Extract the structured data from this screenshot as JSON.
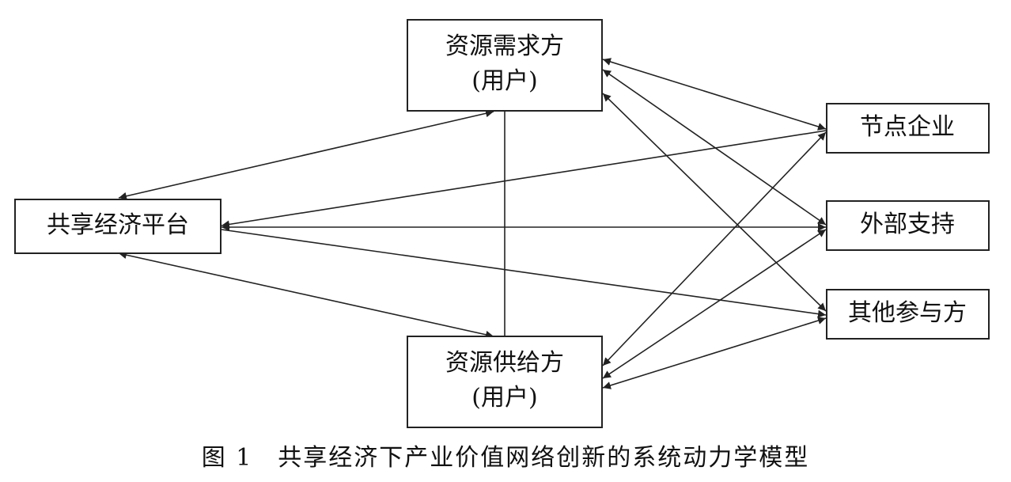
{
  "nodes": {
    "demand": {
      "line1": "资源需求方",
      "line2": "(用户)"
    },
    "platform": {
      "label": "共享经济平台"
    },
    "supply": {
      "line1": "资源供给方",
      "line2": "(用户)"
    },
    "node_enterprise": {
      "label": "节点企业"
    },
    "external_support": {
      "label": "外部支持"
    },
    "other_participants": {
      "label": "其他参与方"
    }
  },
  "edges": [
    {
      "from": "platform",
      "to": "demand",
      "direction": "both"
    },
    {
      "from": "platform",
      "to": "supply",
      "direction": "both"
    },
    {
      "from": "platform",
      "to": "node_enterprise",
      "direction": "to-platform"
    },
    {
      "from": "platform",
      "to": "external_support",
      "direction": "both"
    },
    {
      "from": "platform",
      "to": "other_participants",
      "direction": "to-other"
    },
    {
      "from": "demand",
      "to": "supply",
      "direction": "none"
    },
    {
      "from": "demand",
      "to": "node_enterprise",
      "direction": "both"
    },
    {
      "from": "demand",
      "to": "external_support",
      "direction": "both"
    },
    {
      "from": "demand",
      "to": "other_participants",
      "direction": "both"
    },
    {
      "from": "supply",
      "to": "node_enterprise",
      "direction": "both"
    },
    {
      "from": "supply",
      "to": "external_support",
      "direction": "both"
    },
    {
      "from": "supply",
      "to": "other_participants",
      "direction": "both"
    }
  ],
  "caption": "图 1　共享经济下产业价值网络创新的系统动力学模型"
}
